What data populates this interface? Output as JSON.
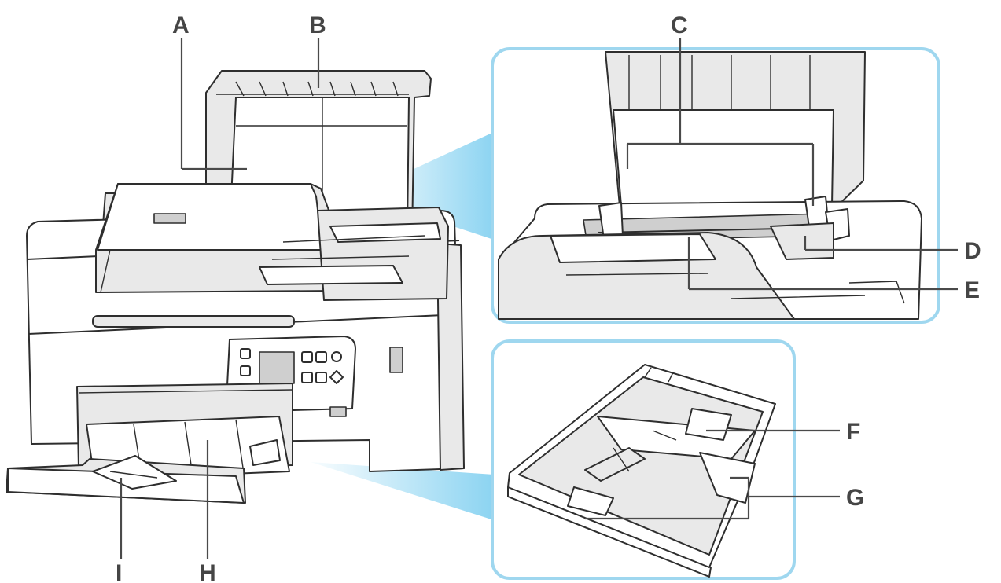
{
  "labels": {
    "a": "A",
    "b": "B",
    "c": "C",
    "d": "D",
    "e": "E",
    "f": "F",
    "g": "G",
    "h": "H",
    "i": "I"
  },
  "colors": {
    "callout_border": "#9fd7ef",
    "zoom_beam": "#7fcff0",
    "label_text": "#454545"
  }
}
